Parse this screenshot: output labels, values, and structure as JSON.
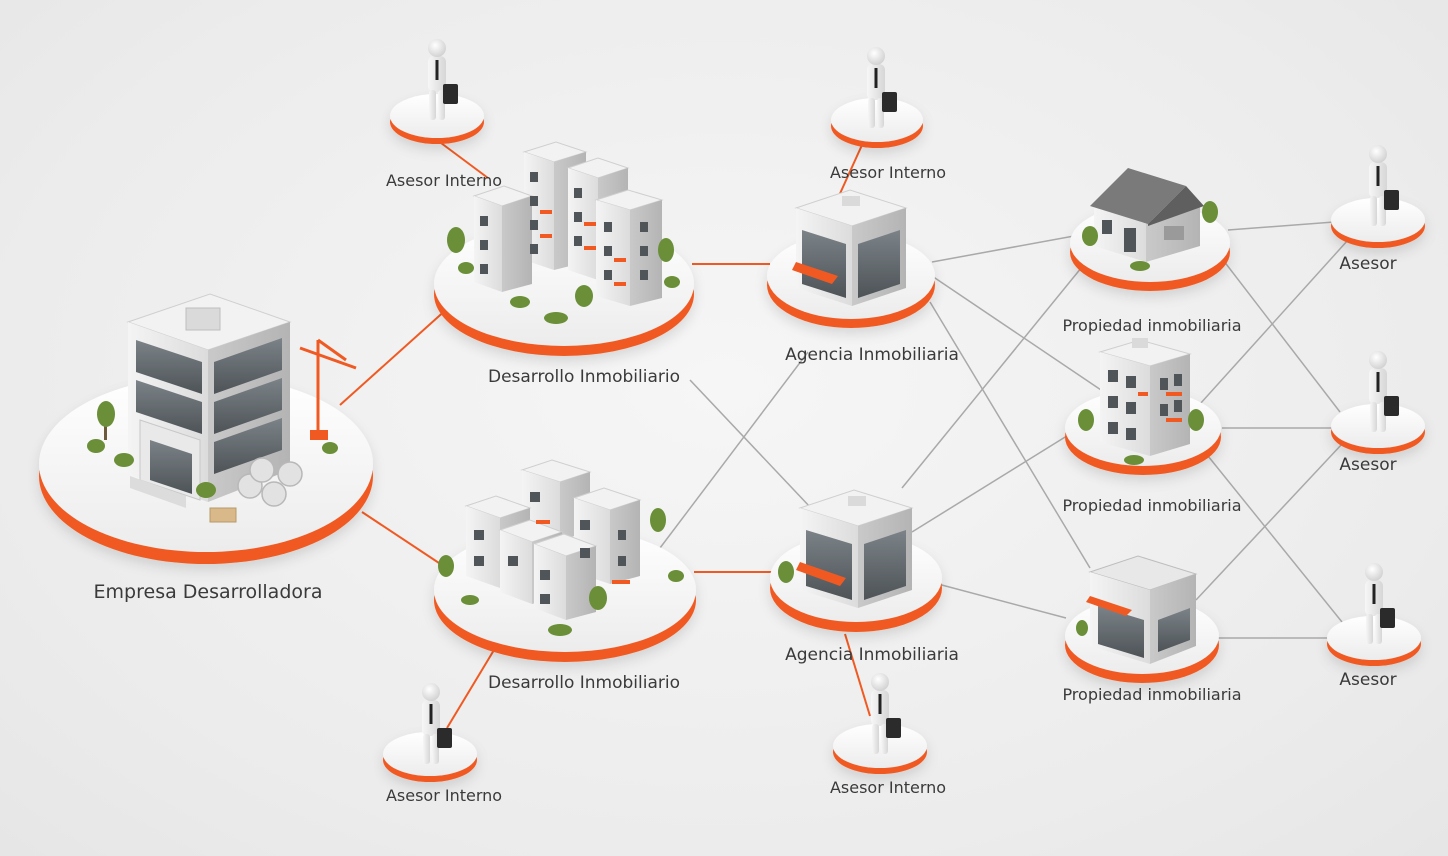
{
  "colors": {
    "accent": "#f05a22",
    "link_gray": "#a9a9a9",
    "label": "#3a3a3a"
  },
  "nodes": {
    "empresa": {
      "label": "Empresa Desarrolladora",
      "icon": "office-tower-with-crane-icon"
    },
    "desarrollo_1": {
      "label": "Desarrollo Inmobiliario",
      "icon": "apartment-complex-icon"
    },
    "desarrollo_2": {
      "label": "Desarrollo Inmobiliario",
      "icon": "townhouse-complex-icon"
    },
    "agencia_1": {
      "label": "Agencia Inmobiliaria",
      "icon": "agency-building-icon"
    },
    "agencia_2": {
      "label": "Agencia Inmobiliaria",
      "icon": "agency-building-icon"
    },
    "asesor_interno_1": {
      "label": "Asesor Interno",
      "icon": "businessman-icon"
    },
    "asesor_interno_2": {
      "label": "Asesor Interno",
      "icon": "businessman-icon"
    },
    "asesor_interno_3": {
      "label": "Asesor Interno",
      "icon": "businessman-icon"
    },
    "asesor_interno_4": {
      "label": "Asesor Interno",
      "icon": "businessman-icon"
    },
    "propiedad_1": {
      "label": "Propiedad inmobiliaria",
      "icon": "house-icon"
    },
    "propiedad_2": {
      "label": "Propiedad inmobiliaria",
      "icon": "apartment-building-icon"
    },
    "propiedad_3": {
      "label": "Propiedad inmobiliaria",
      "icon": "storefront-icon"
    },
    "asesor_1": {
      "label": "Asesor",
      "icon": "businessman-icon"
    },
    "asesor_2": {
      "label": "Asesor",
      "icon": "businessman-icon"
    },
    "asesor_3": {
      "label": "Asesor",
      "icon": "businessman-icon"
    }
  },
  "links": [
    {
      "from": "empresa",
      "to": "desarrollo_1",
      "style": "orange"
    },
    {
      "from": "empresa",
      "to": "desarrollo_2",
      "style": "orange"
    },
    {
      "from": "asesor_interno_1",
      "to": "desarrollo_1",
      "style": "orange"
    },
    {
      "from": "asesor_interno_3",
      "to": "desarrollo_2",
      "style": "orange"
    },
    {
      "from": "desarrollo_1",
      "to": "agencia_1",
      "style": "orange"
    },
    {
      "from": "desarrollo_2",
      "to": "agencia_2",
      "style": "orange"
    },
    {
      "from": "asesor_interno_2",
      "to": "agencia_1",
      "style": "orange"
    },
    {
      "from": "asesor_interno_4",
      "to": "agencia_2",
      "style": "orange"
    },
    {
      "from": "desarrollo_1",
      "to": "agencia_2",
      "style": "gray"
    },
    {
      "from": "desarrollo_2",
      "to": "agencia_1",
      "style": "gray"
    },
    {
      "from": "agencia_1",
      "to": "propiedad_1",
      "style": "gray"
    },
    {
      "from": "agencia_1",
      "to": "propiedad_2",
      "style": "gray"
    },
    {
      "from": "agencia_1",
      "to": "propiedad_3",
      "style": "gray"
    },
    {
      "from": "agencia_2",
      "to": "propiedad_1",
      "style": "gray"
    },
    {
      "from": "agencia_2",
      "to": "propiedad_2",
      "style": "gray"
    },
    {
      "from": "agencia_2",
      "to": "propiedad_3",
      "style": "gray"
    },
    {
      "from": "propiedad_1",
      "to": "asesor_1",
      "style": "gray"
    },
    {
      "from": "propiedad_1",
      "to": "asesor_2",
      "style": "gray"
    },
    {
      "from": "propiedad_2",
      "to": "asesor_1",
      "style": "gray"
    },
    {
      "from": "propiedad_2",
      "to": "asesor_2",
      "style": "gray"
    },
    {
      "from": "propiedad_2",
      "to": "asesor_3",
      "style": "gray"
    },
    {
      "from": "propiedad_3",
      "to": "asesor_2",
      "style": "gray"
    },
    {
      "from": "propiedad_3",
      "to": "asesor_3",
      "style": "gray"
    }
  ]
}
